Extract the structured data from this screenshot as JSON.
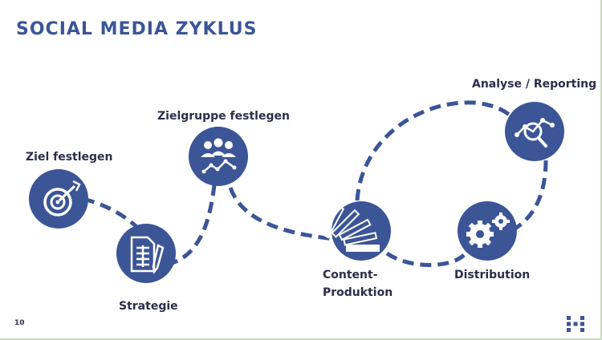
{
  "title": "SOCIAL MEDIA ZYKLUS",
  "colors": {
    "primary": "#3b5597",
    "path": "#3b5597",
    "icon": "#ffffff",
    "text": "#2d2d4a"
  },
  "steps": [
    {
      "label": "Ziel festlegen",
      "icon": "target-icon"
    },
    {
      "label": "Strategie",
      "icon": "document-pen-icon"
    },
    {
      "label": "Zielgruppe festlegen",
      "icon": "people-chart-icon"
    },
    {
      "label_line1": "Content-",
      "label_line2": "Produktion",
      "icon": "color-swatch-fan-icon"
    },
    {
      "label": "Distribution",
      "icon": "gears-icon"
    },
    {
      "label": "Analyse / Reporting",
      "icon": "magnifier-chart-icon"
    }
  ],
  "page_number": "10",
  "logo_icon": "company-logo-icon"
}
